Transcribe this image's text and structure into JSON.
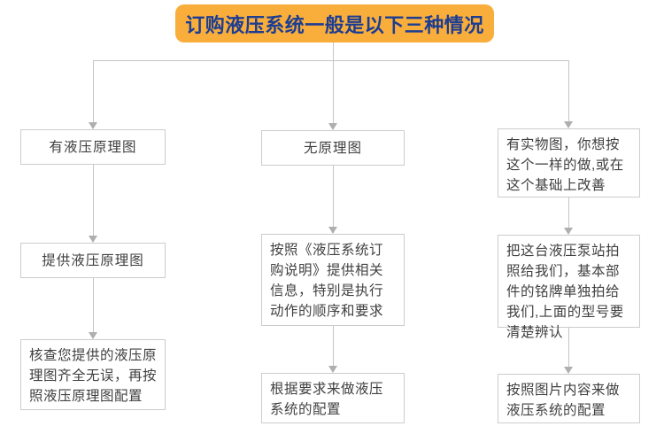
{
  "banner": {
    "title": "订购液压系统一般是以下三种情况"
  },
  "columns": [
    {
      "id": "has-schematic",
      "steps": [
        "有液压原理图",
        "提供液压原理图",
        "核查您提供的液压原理图齐全无误，再按照液压原理图配置"
      ]
    },
    {
      "id": "no-schematic",
      "steps": [
        "无原理图",
        "按照《液压系统订购说明》提供相关信息，特别是执行动作的顺序和要求",
        "根据要求来做液压系统的配置"
      ]
    },
    {
      "id": "has-photo",
      "steps": [
        "有实物图，你想按这个一样的做,或在这个基础上改善",
        "把这台液压泵站拍照给我们，基本部件的铭牌单独拍给我们,上面的型号要清楚辨认",
        "按照图片内容来做液压系统的配置"
      ]
    }
  ],
  "colors": {
    "banner_bg": "#F9AE3B",
    "banner_text": "#1D3D92",
    "box_border": "#CCCCCC",
    "box_text": "#404040",
    "connector": "#C5C5C5",
    "arrow": "#AFAFAF",
    "page_bg": "#FFFFFF"
  }
}
